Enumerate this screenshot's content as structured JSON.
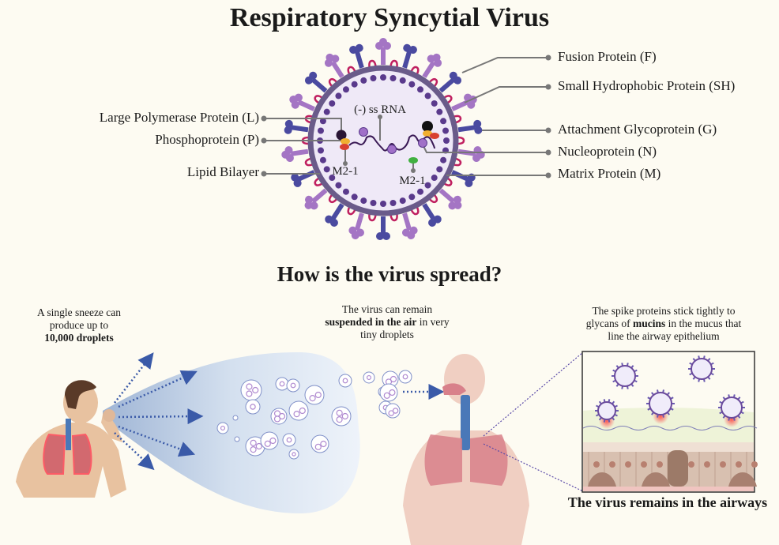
{
  "title": "Respiratory Syncytial Virus",
  "virus_diagram": {
    "inner_labels": {
      "rna": "(-) ss RNA",
      "m21_left": "M2-1",
      "m21_right": "M2-1"
    },
    "left_labels": [
      "Large Polymerase Protein (L)",
      "Phosphoprotein (P)",
      "Lipid Bilayer"
    ],
    "right_labels": [
      "Fusion Protein (F)",
      "Small Hydrophobic Protein (SH)",
      "Attachment Glycoprotein (G)",
      "Nucleoprotein (N)",
      "Matrix Protein (M)"
    ],
    "colors": {
      "envelope": "#6a5b8a",
      "fusion": "#a475c4",
      "attachment": "#4a4aa0",
      "sh": "#c02060",
      "matrix": "#5a3a8c",
      "interior": "#efe9f7",
      "polymerase": "#2a1535",
      "phospho": "#f0b030",
      "m21_left": "#d84030",
      "m21_green": "#40b040"
    }
  },
  "spread_section": {
    "heading": "How is the virus spread?",
    "sneeze_caption": {
      "line1": "A single sneeze can",
      "line2": "produce up to",
      "bold": "10,000 droplets"
    },
    "air_caption": {
      "line1": "The virus can remain",
      "bold": "suspended in the air",
      "line2_rest": " in very",
      "line3": "tiny droplets"
    },
    "mucin_caption": {
      "line1": "The spike proteins stick tightly to",
      "line2_pre": "glycans of ",
      "bold": "mucins",
      "line2_post": " in the mucus that",
      "line3": "line the airway epithelium"
    },
    "airway_caption": "The virus remains in the airways",
    "colors": {
      "plume": "#a8bcd8",
      "arrow": "#3a5aa8",
      "skin": "#e8c2a0",
      "lung": "#d0606a",
      "trachea": "#4a78b8",
      "droplet_virus": "#b08ad0"
    }
  }
}
